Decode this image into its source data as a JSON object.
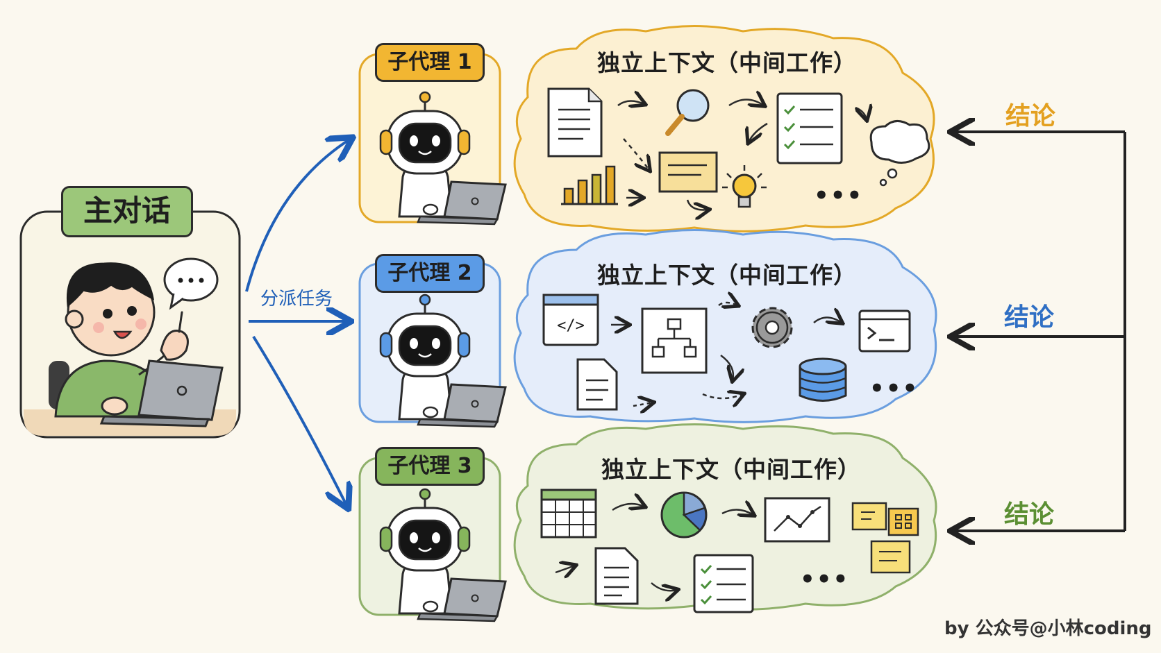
{
  "main": {
    "title": "主对话",
    "speech_dots": "•••"
  },
  "dispatch_label": "分派任务",
  "agents": [
    {
      "name": "子代理 1",
      "color": "#f2b632",
      "fill": "#fdf3d6",
      "cloud_fill": "#fcf0d2",
      "stroke": "#e3a827"
    },
    {
      "name": "子代理 2",
      "color": "#5b9be6",
      "fill": "#e6eefa",
      "cloud_fill": "#e5edfa",
      "stroke": "#6a9edf"
    },
    {
      "name": "子代理 3",
      "color": "#86b55c",
      "fill": "#eef2e1",
      "cloud_fill": "#eef1e0",
      "stroke": "#8fb06a"
    }
  ],
  "context_title": "独立上下文（中间工作）",
  "ellipsis": "•••",
  "conclusion_label": "结论",
  "conclusion_colors": [
    "#e3a020",
    "#2f6fc4",
    "#5b8f33"
  ],
  "arrow_color": "#1f5fb8",
  "credit": "by 公众号@小林coding"
}
